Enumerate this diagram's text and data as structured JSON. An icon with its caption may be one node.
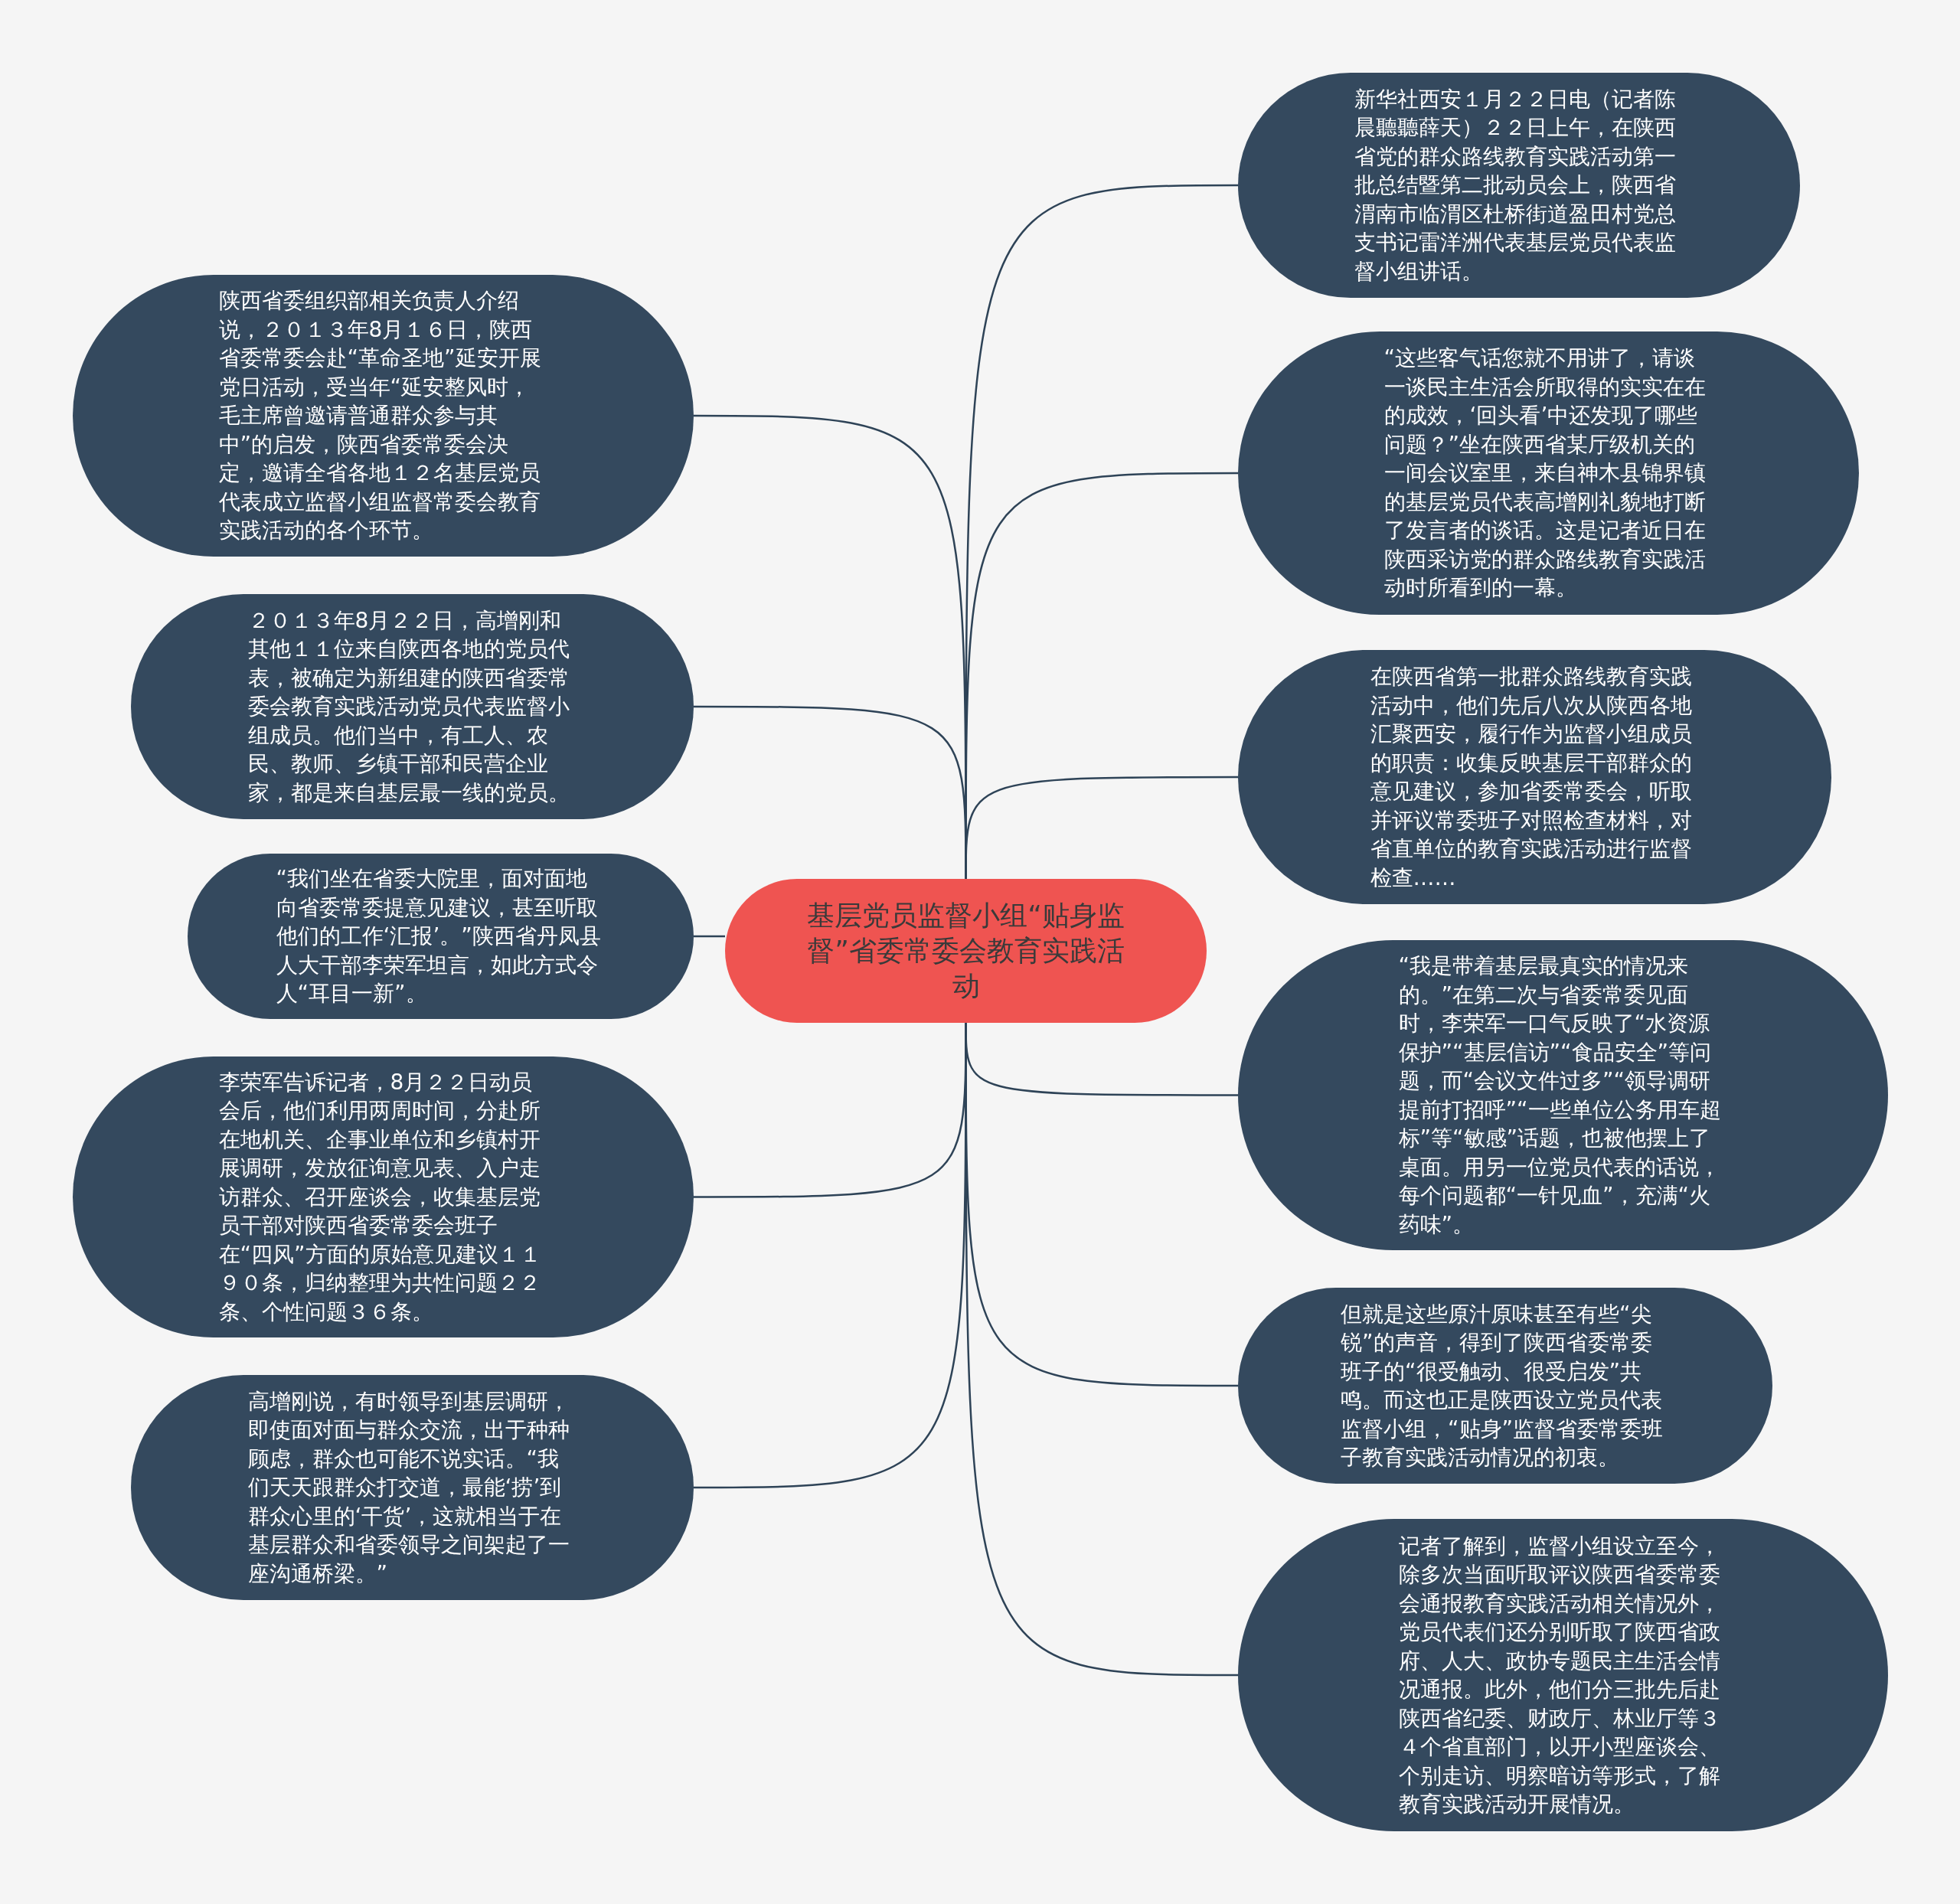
{
  "diagram": {
    "nodes": [
      {
        "text": [
          "基层党员监督小组“贴身监督”省委常委会教育实践活动"
        ]
      },
      {
        "text": [
          "新华社西安１月２２日电（记者陈晨聽聽薛天）２２日上午，在陕西省党的群众路线教育实践活动第一批总结暨第二批动员会上，陕西省渭南市临渭区杜桥街道盈田村党总支书记雷洋洲代表基层党员代表监督小组讲话。"
        ]
      },
      {
        "text": [
          "“这些客气话您就不用讲了，请谈一谈民主生活会所取得的实实在在的成效，‘回头看’中还发现了哪些问题？”坐在陕西省某厅级机关的一间会议室里，来自神木县锦界镇的基层党员代表高增刚礼貌地打断了发言者的谈话。这是记者近日在陕西采访党的群众路线教育实践活动时所看到的一幕。"
        ]
      },
      {
        "text": [
          "在陕西省第一批群众路线教育实践活动中，他们先后八次从陕西各地汇聚西安，履行作为监督小组成员的职责：收集反映基层干部群众的意见建议，参加省委常委会，听取并评议常委班子对照检查材料，对省直单位的教育实践活动进行监督检查……"
        ]
      },
      {
        "text": [
          "“我是带着基层最真实的情况来的。”在第二次与省委常委见面时，李荣军一口气反映了“水资源保护”“基层信访”“食品安全”等问题，而“会议文件过多”“领导调研提前打招呼”“一些单位公务用车超标”等“敏感”话题，也被他摆上了桌面。用另一位党员代表的话说，每个问题都“一针见血”，充满“火药味”。"
        ]
      },
      {
        "text": [
          "但就是这些原汁原味甚至有些“尖锐”的声音，得到了陕西省委常委班子的“很受触动、很受启发”共鸣。而这也正是陕西设立党员代表监督小组，“贴身”监督省委常委班子教育实践活动情况的初衷。"
        ]
      },
      {
        "text": [
          "记者了解到，监督小组设立至今，除多次当面听取评议陕西省委常委会通报教育实践活动相关情况外，党员代表们还分别听取了陕西省政府、人大、政协专题民主生活会情况通报。此外，他们分三批先后赴陕西省纪委、财政厅、林业厅等３４个省直部门，以开小型座谈会、个别走访、明察暗访等形式，了解教育实践活动开展情况。"
        ]
      },
      {
        "text": [
          "陕西省委组织部相关负责人介绍说，２０１３年8月１６日，陕西省委常委会赴“革命圣地”延安开展党日活动，受当年“延安整风时，毛主席曾邀请普通群众参与其中”的启发，陕西省委常委会决定，邀请全省各地１２名基层党员代表成立监督小组监督常委会教育实践活动的各个环节。"
        ]
      },
      {
        "text": [
          "２０１３年8月２２日，高增刚和其他１１位来自陕西各地的党员代表，被确定为新组建的陕西省委常委会教育实践活动党员代表监督小组成员。他们当中，有工人、农民、教师、乡镇干部和民营企业家，都是来自基层最一线的党员。"
        ]
      },
      {
        "text": [
          "“我们坐在省委大院里，面对面地向省委常委提意见建议，甚至听取他们的工作‘汇报’。”陕西省丹凤县人大干部李荣军坦言，如此方式令人“耳目一新”。"
        ]
      },
      {
        "text": [
          "李荣军告诉记者，8月２２日动员会后，他们利用两周时间，分赴所在地机关、企事业单位和乡镇村开展调研，发放征询意见表、入户走访群众、召开座谈会，收集基层党员干部对陕西省委常委会班子在“四风”方面的原始意见建议１１９０条，归纳整理为共性问题２２条、个性问题３６条。"
        ]
      },
      {
        "text": [
          "高增刚说，有时领导到基层调研，即使面对面与群众交流，出于种种顾虑，群众也可能不说实话。“我们天天跟群众打交道，最能‘捞’到群众心里的‘干货’，这就相当于在基层群众和省委领导之间架起了一座沟通桥梁。”"
        ]
      }
    ],
    "edges": [
      {
        "from": 0,
        "to": 1,
        "arrow": "none"
      },
      {
        "from": 0,
        "to": 2,
        "arrow": "none"
      },
      {
        "from": 0,
        "to": 3,
        "arrow": "none"
      },
      {
        "from": 0,
        "to": 4,
        "arrow": "none"
      },
      {
        "from": 0,
        "to": 5,
        "arrow": "none"
      },
      {
        "from": 0,
        "to": 6,
        "arrow": "none"
      },
      {
        "from": 0,
        "to": 7,
        "arrow": "none"
      },
      {
        "from": 0,
        "to": 8,
        "arrow": "none"
      },
      {
        "from": 0,
        "to": 9,
        "arrow": "none"
      },
      {
        "from": 0,
        "to": 10,
        "arrow": "none"
      },
      {
        "from": 0,
        "to": 11,
        "arrow": "none"
      }
    ]
  }
}
